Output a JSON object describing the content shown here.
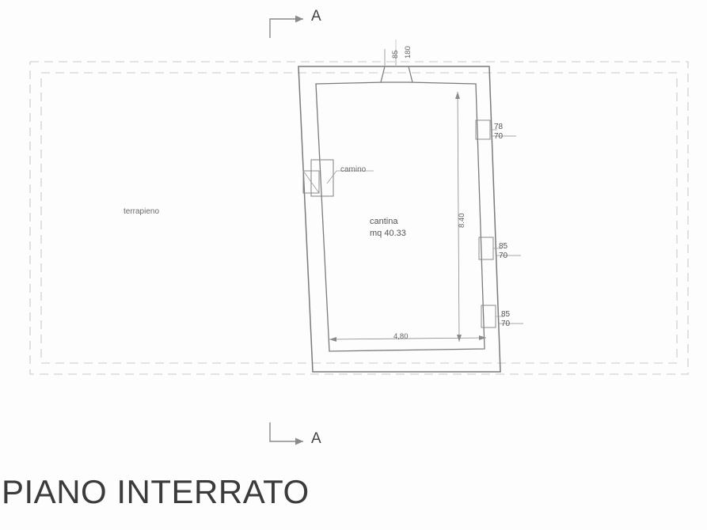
{
  "sheet": {
    "title": "PIANO INTERRATO"
  },
  "section_markers": [
    {
      "name": "top",
      "label": "A"
    },
    {
      "name": "bottom",
      "label": "A"
    }
  ],
  "rooms": [
    {
      "name": "cantina",
      "label": "cantina",
      "area_label": "mq 40.33"
    },
    {
      "name": "terrapieno",
      "label": "terrapieno"
    }
  ],
  "features": [
    {
      "name": "camino",
      "label": "camino"
    }
  ],
  "dimensions": {
    "interior_width": "4,80",
    "interior_depth": "8.40",
    "door_width": "85",
    "door_height": "180"
  },
  "openings": [
    {
      "name": "window-1",
      "width": "78",
      "height": "70"
    },
    {
      "name": "window-2",
      "width": "85",
      "height": "70"
    },
    {
      "name": "window-3",
      "width": "85",
      "height": "70"
    }
  ],
  "colors": {
    "background": "#fdfdfd",
    "line": "#8a8a8a",
    "wall_line": "#7a7a7a",
    "dash": "#c9c9c9",
    "text": "#5a5a5a",
    "title": "#3b3b3b"
  }
}
